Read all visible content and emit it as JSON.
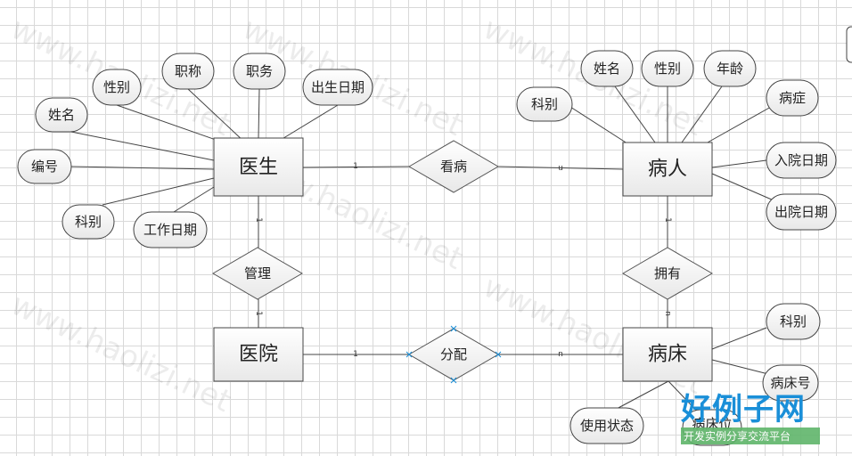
{
  "watermark": "www.haolizi.net",
  "entities": {
    "doctor": "医生",
    "patient": "病人",
    "hospital": "医院",
    "bed": "病床"
  },
  "relations": {
    "treat": "看病",
    "manage": "管理",
    "assign": "分配",
    "own": "拥有"
  },
  "doctor_attrs": [
    "性别",
    "职称",
    "职务",
    "出生日期",
    "姓名",
    "编号",
    "科别",
    "工作日期"
  ],
  "patient_attrs": [
    "姓名",
    "性别",
    "年龄",
    "科别",
    "病症",
    "入院日期",
    "出院日期"
  ],
  "bed_attrs": [
    "科别",
    "病床号",
    "使用状态",
    "病床位"
  ],
  "cardinality": {
    "doctor_treat": "1",
    "treat_patient": "n",
    "doctor_manage": "1",
    "manage_hospital": "1",
    "patient_own": "1",
    "own_bed": "n",
    "hospital_assign": "1",
    "assign_bed": "n"
  },
  "logo": {
    "title": "好例子网",
    "subtitle": "开发实例分享交流平台"
  }
}
